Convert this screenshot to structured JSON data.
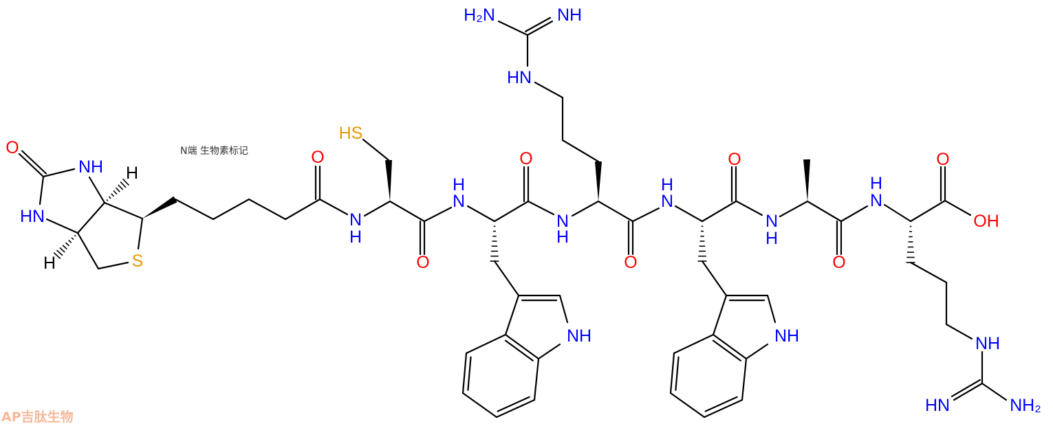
{
  "annotation": "N端 生物素标记",
  "watermark": "AP吉肽生物",
  "colors": {
    "bond": "#000000",
    "O": "#ff0000",
    "N": "#0000ff",
    "S": "#e69a00",
    "H": "#000000",
    "annotation": "#333333",
    "watermark": "#f2a27a"
  },
  "atom_labels": [
    {
      "text": "O",
      "element": "O"
    },
    {
      "text": "NH",
      "element": "N"
    },
    {
      "text": "HN",
      "element": "N"
    },
    {
      "text": "H",
      "element": "H"
    },
    {
      "text": "H",
      "element": "H"
    },
    {
      "text": "S",
      "element": "S"
    },
    {
      "text": "N",
      "element": "N"
    },
    {
      "text": "H",
      "element": "N"
    },
    {
      "text": "O",
      "element": "O"
    },
    {
      "text": "HS",
      "element": "S"
    },
    {
      "text": "O",
      "element": "O"
    },
    {
      "text": "H",
      "element": "N"
    },
    {
      "text": "N",
      "element": "N"
    },
    {
      "text": "O",
      "element": "O"
    },
    {
      "text": "N",
      "element": "N"
    },
    {
      "text": "H",
      "element": "N"
    },
    {
      "text": "HN",
      "element": "N"
    },
    {
      "text": "H₂N",
      "element": "N"
    },
    {
      "text": "NH",
      "element": "N"
    },
    {
      "text": "NH",
      "element": "N"
    },
    {
      "text": "O",
      "element": "O"
    },
    {
      "text": "H",
      "element": "N"
    },
    {
      "text": "N",
      "element": "N"
    },
    {
      "text": "O",
      "element": "O"
    },
    {
      "text": "NH",
      "element": "N"
    },
    {
      "text": "N",
      "element": "N"
    },
    {
      "text": "H",
      "element": "N"
    },
    {
      "text": "O",
      "element": "O"
    },
    {
      "text": "H",
      "element": "N"
    },
    {
      "text": "N",
      "element": "N"
    },
    {
      "text": "O",
      "element": "O"
    },
    {
      "text": "OH",
      "element": "O"
    },
    {
      "text": "NH",
      "element": "N"
    },
    {
      "text": "HN",
      "element": "N"
    },
    {
      "text": "NH₂",
      "element": "N"
    }
  ]
}
